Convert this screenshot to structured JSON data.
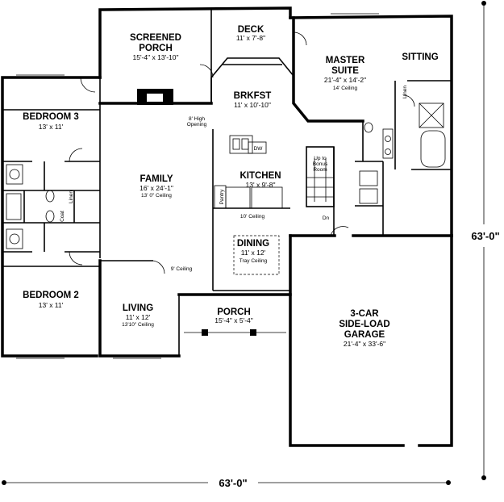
{
  "rooms": {
    "screened_porch": {
      "name_line1": "SCREENED",
      "name_line2": "PORCH",
      "dim": "15'-4\" x 13'-10\""
    },
    "deck": {
      "name": "DECK",
      "dim": "11' x 7'-8\""
    },
    "master_suite": {
      "name_line1": "MASTER",
      "name_line2": "SUITE",
      "dim": "21'-4\" x 14'-2\"",
      "note": "14' Ceiling"
    },
    "sitting": {
      "name": "SITTING"
    },
    "brkfst": {
      "name": "BRKFST",
      "dim": "11' x 10'-10\""
    },
    "bedroom3": {
      "name": "BEDROOM 3",
      "dim": "13' x 11'"
    },
    "family": {
      "name": "FAMILY",
      "dim": "16' x 24'-1\"",
      "note": "13' 0\" Ceiling"
    },
    "kitchen": {
      "name": "KITCHEN",
      "dim": "13' x 9'-8\""
    },
    "dining": {
      "name": "DINING",
      "dim": "11' x 12'",
      "note": "Tray Ceiling"
    },
    "bedroom2": {
      "name": "BEDROOM 2",
      "dim": "13' x 11'"
    },
    "living": {
      "name": "LIVING",
      "dim": "11' x 12'",
      "note": "13'10\" Ceiling"
    },
    "porch": {
      "name": "PORCH",
      "dim": "15'-4\" x 5'-4\""
    },
    "garage": {
      "name_line1": "3-CAR",
      "name_line2": "SIDE-LOAD",
      "name_line3": "GARAGE",
      "dim": "21'-4\" x 33'-6\""
    }
  },
  "notes": {
    "high_opening_1": "8' High",
    "high_opening_2": "Opening",
    "ceiling_10": "10' Ceiling",
    "ceiling_9": "9' Ceiling",
    "up_to_1": "Up to",
    "up_to_2": "Bonus",
    "up_to_3": "Room",
    "pantry": "Pantry",
    "dw": "DW",
    "dn": "Dn",
    "coat": "Coat",
    "linen": "Linen",
    "linen2": "Linen"
  },
  "dimensions": {
    "overall_width": "63'-0\"",
    "overall_depth": "63'-0\""
  }
}
